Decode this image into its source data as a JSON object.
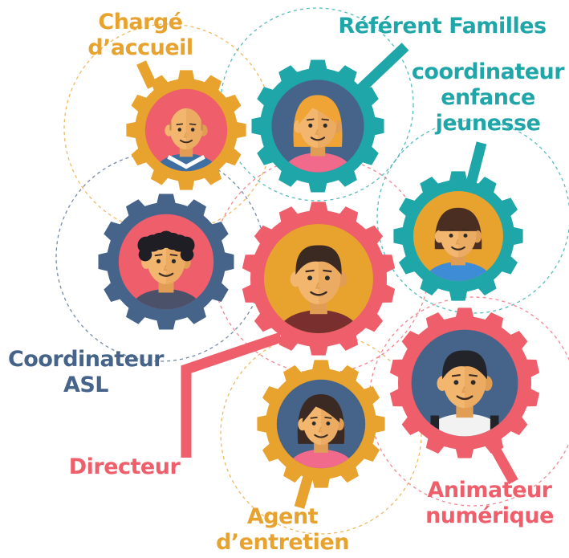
{
  "colors": {
    "orange": "#E8A22E",
    "teal": "#1FA6A8",
    "navy": "#46648A",
    "coral": "#EE5E6B",
    "skin": "#F2B66F",
    "skin_shadow": "#E29D55"
  },
  "nodes": [
    {
      "id": "charge-accueil",
      "label_lines": [
        "Chargé",
        "d’accueil"
      ],
      "gear_color": "orange",
      "avatar_bg": "coral",
      "person": "bald-man",
      "icon": "bald-man-avatar-icon"
    },
    {
      "id": "referent-familles",
      "label_lines": [
        "Référent Familles"
      ],
      "gear_color": "teal",
      "avatar_bg": "navy",
      "person": "blonde-woman",
      "icon": "blonde-woman-avatar-icon"
    },
    {
      "id": "coordinateur-enfance-jeunesse",
      "label_lines": [
        "coordinateur",
        "enfance",
        "jeunesse"
      ],
      "gear_color": "teal",
      "avatar_bg": "orange",
      "person": "bob-girl",
      "icon": "girl-avatar-icon"
    },
    {
      "id": "coordinateur-asl",
      "label_lines": [
        "Coordinateur",
        "ASL"
      ],
      "gear_color": "navy",
      "avatar_bg": "coral",
      "person": "curly-man",
      "icon": "curly-man-avatar-icon"
    },
    {
      "id": "directeur",
      "label_lines": [
        "Directeur"
      ],
      "gear_color": "coral",
      "avatar_bg": "orange",
      "person": "man",
      "icon": "man-avatar-icon"
    },
    {
      "id": "agent-entretien",
      "label_lines": [
        "Agent",
        "d’entretien"
      ],
      "gear_color": "orange",
      "avatar_bg": "navy",
      "person": "long-hair-woman",
      "icon": "woman-avatar-icon"
    },
    {
      "id": "animateur-numerique",
      "label_lines": [
        "Animateur",
        "numérique"
      ],
      "gear_color": "coral",
      "avatar_bg": "navy",
      "person": "young-man",
      "icon": "young-man-avatar-icon"
    }
  ]
}
